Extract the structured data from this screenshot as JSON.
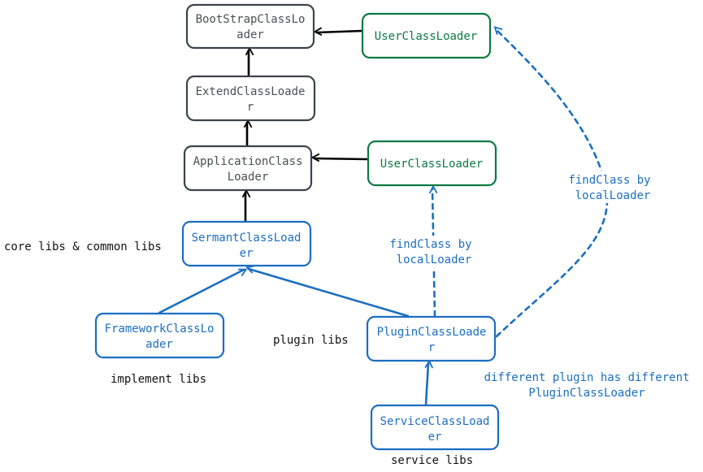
{
  "colors": {
    "core": "#3d434a",
    "user": "#0c7a43",
    "sermant": "#1b6ec2",
    "label": "#111111"
  },
  "nodes": {
    "bootstrap": {
      "line1": "BootStrapClassLo",
      "line2": "ader"
    },
    "user_top": {
      "line1": "UserClassLoader"
    },
    "extend": {
      "line1": "ExtendClassLoade",
      "line2": "r"
    },
    "application": {
      "line1": "ApplicationClass",
      "line2": "Loader"
    },
    "user_mid": {
      "line1": "UserClassLoader"
    },
    "sermant": {
      "line1": "SermantClassLoad",
      "line2": "er"
    },
    "framework": {
      "line1": "FrameworkClassLo",
      "line2": "ader"
    },
    "plugin": {
      "line1": "PluginClassLoade",
      "line2": "r"
    },
    "service": {
      "line1": "ServiceClassLoad",
      "line2": "er"
    }
  },
  "labels": {
    "core_libs": "core libs & common libs",
    "implement_libs": "implement libs",
    "plugin_libs": "plugin libs",
    "service_libs": "service libs",
    "find_mid_1": "findClass by",
    "find_mid_2": "localLoader",
    "find_top_1": "findClass by",
    "find_top_2": "localLoader",
    "different_1": "different plugin has different",
    "different_2": "PluginClassLoader"
  }
}
